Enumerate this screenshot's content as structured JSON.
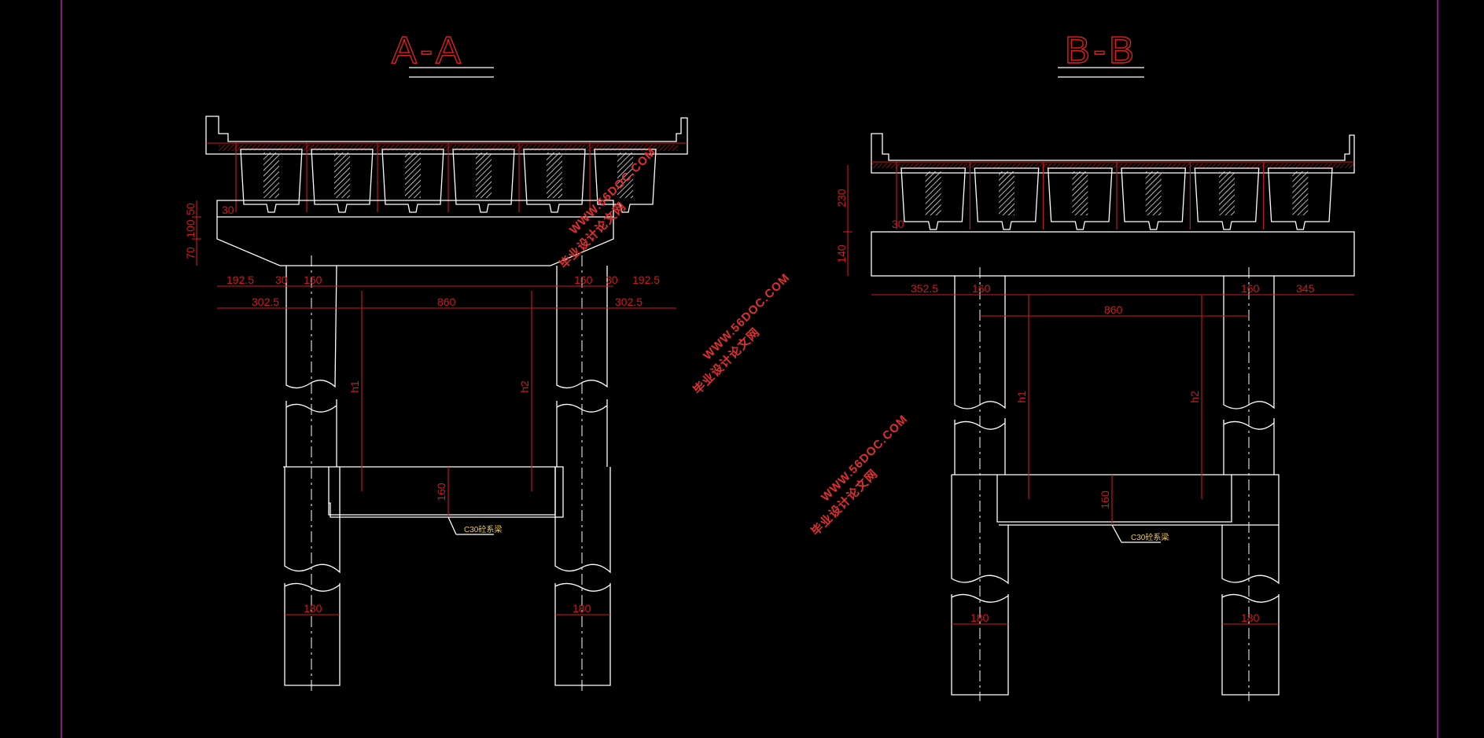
{
  "sections": [
    {
      "id": "A",
      "title": "A-A",
      "dims": {
        "v50": "50",
        "v100": "100",
        "v70": "70",
        "l_overhang": "192.5",
        "l_gap": "30",
        "l_col": "160",
        "r_col": "160",
        "r_gap": "30",
        "r_overhang": "192.5",
        "l_total": "302.5",
        "span": "860",
        "r_total": "302.5",
        "h_left": "h1",
        "h_right": "h2",
        "tie_h": "160",
        "pile_l": "180",
        "pile_r": "180",
        "bearing": "30"
      },
      "tie_note": "C30砼系梁"
    },
    {
      "id": "B",
      "title": "B-B",
      "dims": {
        "v230": "230",
        "v140": "140",
        "l_overhang": "352.5",
        "l_col": "160",
        "r_col": "160",
        "r_overhang": "345",
        "span": "860",
        "h_left": "h1",
        "h_right": "h2",
        "tie_h": "160",
        "pile_l": "180",
        "pile_r": "180",
        "bearing": "30"
      },
      "tie_note": "C30砼系梁"
    }
  ],
  "watermarks": [
    {
      "text": "毕业设计论文网"
    },
    {
      "text": "WWW.56DOC.COM"
    }
  ],
  "colors": {
    "background": "#000000",
    "lines": "#ffffff",
    "dimensions": "#d11b1b",
    "frame": "#b01fb0"
  }
}
